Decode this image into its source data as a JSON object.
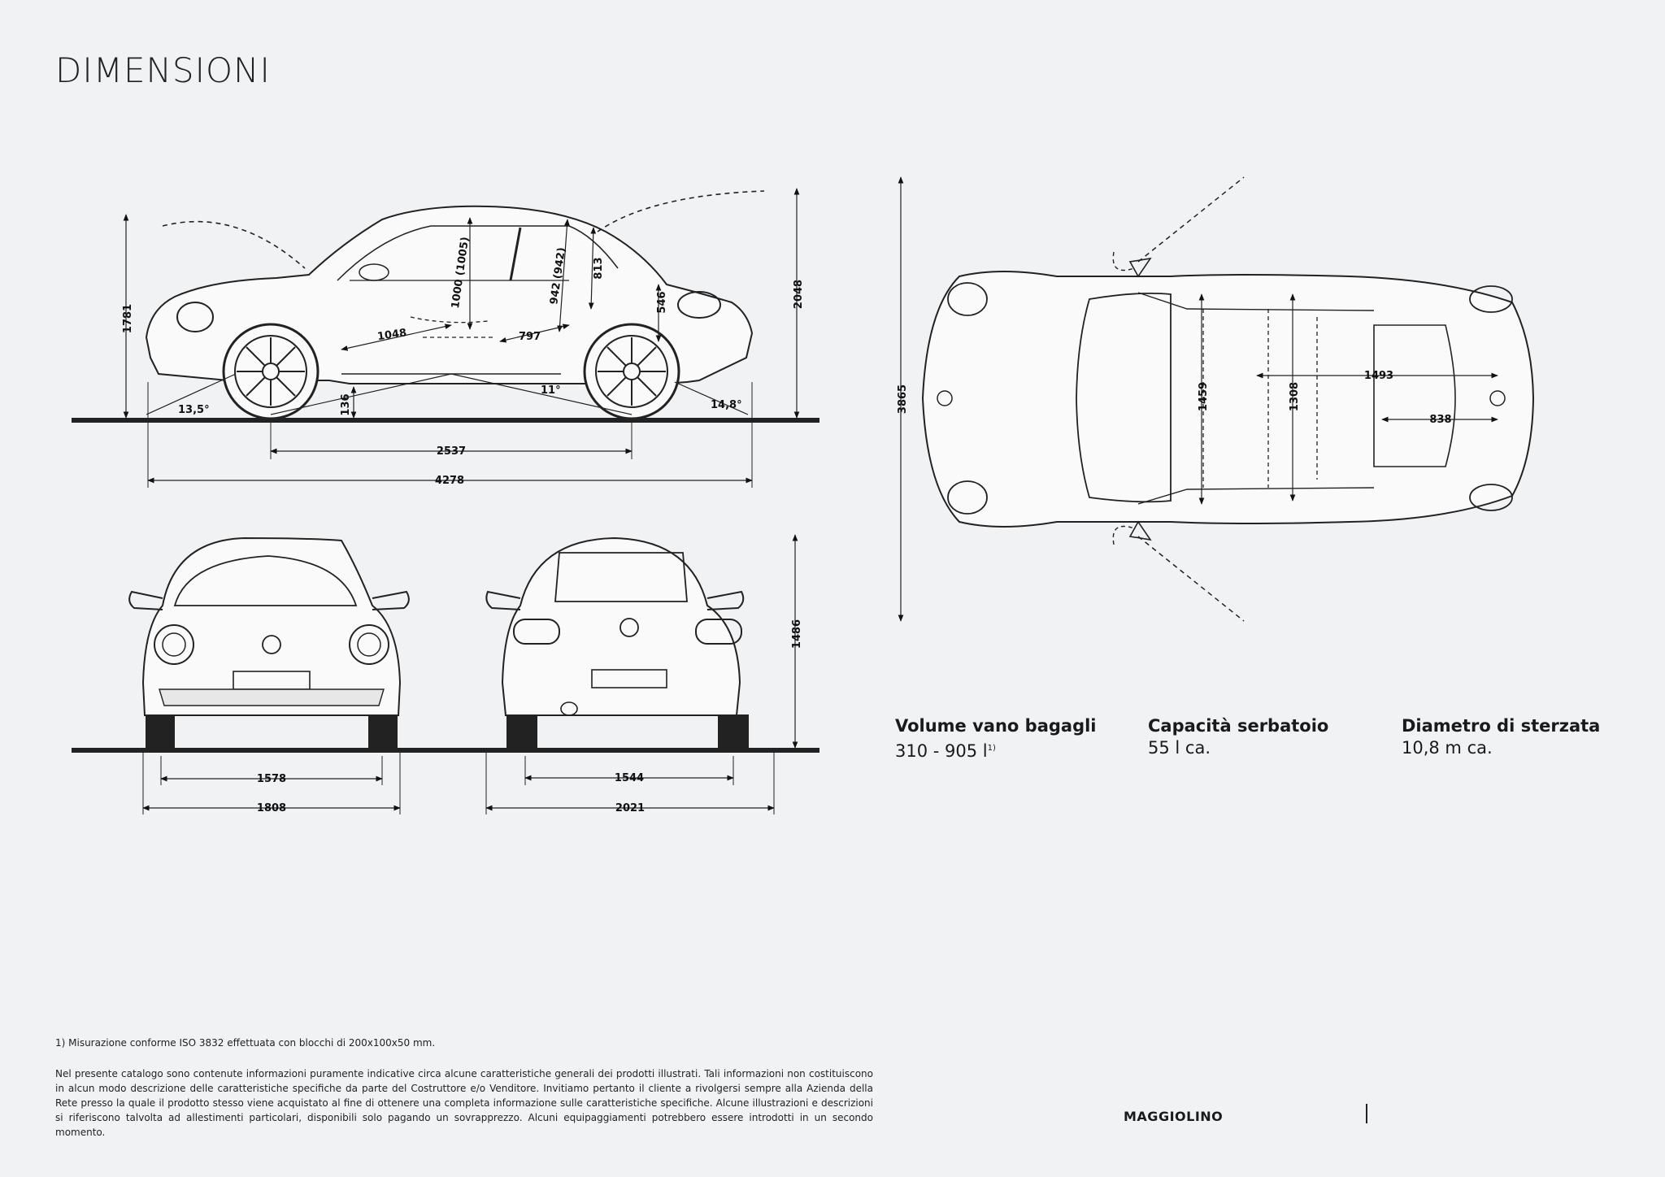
{
  "title": "DIMENSIONI",
  "side_view": {
    "overall_height": "1781",
    "height_open": "2048",
    "front_angle": "13,5°",
    "ground_clearance": "136",
    "breakover_angle": "11°",
    "rear_angle": "14,8°",
    "wheelbase": "2537",
    "overall_length": "4278",
    "front_legroom": "1048",
    "front_headroom": "1000 (1005)",
    "rear_legroom": "797",
    "rear_headroom": "942 (942)",
    "rear_seat_height": "813",
    "rear_overhang_height": "546"
  },
  "front_view": {
    "track_front": "1578",
    "width": "1808"
  },
  "rear_view": {
    "track_rear": "1544",
    "width_mirrors": "2021",
    "height": "1486"
  },
  "top_view": {
    "length": "3865",
    "interior_width_front": "1459",
    "interior_width_rear": "1308",
    "boot_length": "1493",
    "boot_width": "838"
  },
  "specs": [
    {
      "label": "Volume vano bagagli",
      "value": "310 - 905 l",
      "note": "1)"
    },
    {
      "label": "Capacità serbatoio",
      "value": "55 l ca.",
      "note": ""
    },
    {
      "label": "Diametro di sterzata",
      "value": "10,8 m ca.",
      "note": ""
    }
  ],
  "footnote": "1) Misurazione conforme ISO 3832 effettuata con blocchi di 200x100x50 mm.",
  "disclaimer": "Nel presente catalogo sono contenute informazioni puramente indicative circa alcune caratteristiche generali dei prodotti illustrati. Tali informazioni non costituiscono in alcun modo descrizione delle caratteristiche specifiche da parte del Costruttore e/o Venditore. Invitiamo pertanto il cliente a rivolgersi sempre alla Azienda della Rete presso la quale il prodotto stesso viene acquistato al fine di ottenere una completa informazione sulle caratteristiche specifiche. Alcune illustrazioni e descrizioni si riferiscono talvolta ad allestimenti particolari, disponibili solo pagando un sovrapprezzo. Alcuni equipaggiamenti potrebbero essere introdotti in un secondo momento.",
  "brand": "MAGGIOLINO",
  "logo_icon": "vw-logo-icon"
}
